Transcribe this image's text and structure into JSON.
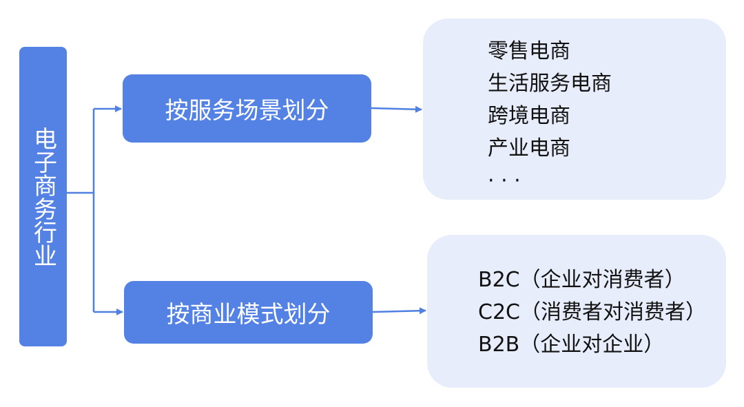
{
  "diagram": {
    "root": {
      "label": "电子商务行业"
    },
    "branches": [
      {
        "label": "按服务场景划分",
        "items": [
          "零售电商",
          "生活服务电商",
          "跨境电商",
          "产业电商",
          "· · ·"
        ]
      },
      {
        "label": "按商业模式划分",
        "items": [
          "B2C（企业对消费者）",
          "C2C（消费者对消费者）",
          "B2B（企业对企业）"
        ]
      }
    ]
  },
  "colors": {
    "node_fill": "#5482e4",
    "leaf_fill": "#e7edfa",
    "connector": "#4f7fe0",
    "node_text": "#ffffff",
    "leaf_text": "#111111"
  }
}
